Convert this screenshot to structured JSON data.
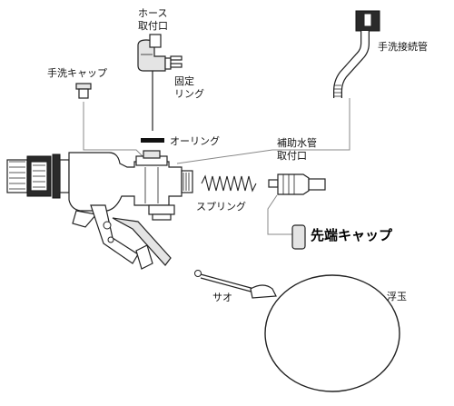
{
  "labels": {
    "hose_fitting_line1": "ホース",
    "hose_fitting_line2": "取付口",
    "fixing_ring_line1": "固定",
    "fixing_ring_line2": "リング",
    "handwash_cap": "手洗キャップ",
    "handwash_pipe": "手洗接続管",
    "o_ring": "オーリング",
    "aux_water_line1": "補助水管",
    "aux_water_line2": "取付口",
    "spring": "スプリング",
    "tip_cap": "先端キャップ",
    "float_rod": "サオ",
    "float_ball": "浮玉"
  },
  "colors": {
    "line": "#888888",
    "outline": "#222222",
    "dark_part": "#2a2a2a",
    "light_part": "#e4e4e4"
  }
}
